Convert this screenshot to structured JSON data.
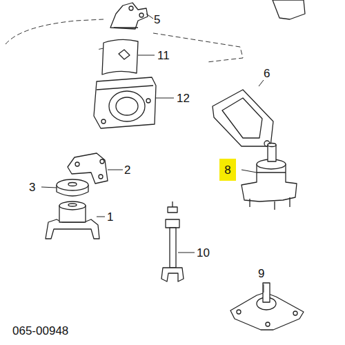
{
  "diagram": {
    "nodes": [
      {
        "text": [
          "8"
        ]
      }
    ],
    "labels": [
      "5",
      "11",
      "12",
      "6",
      "2",
      "3",
      "1",
      "10",
      "9",
      "065-00948"
    ]
  }
}
